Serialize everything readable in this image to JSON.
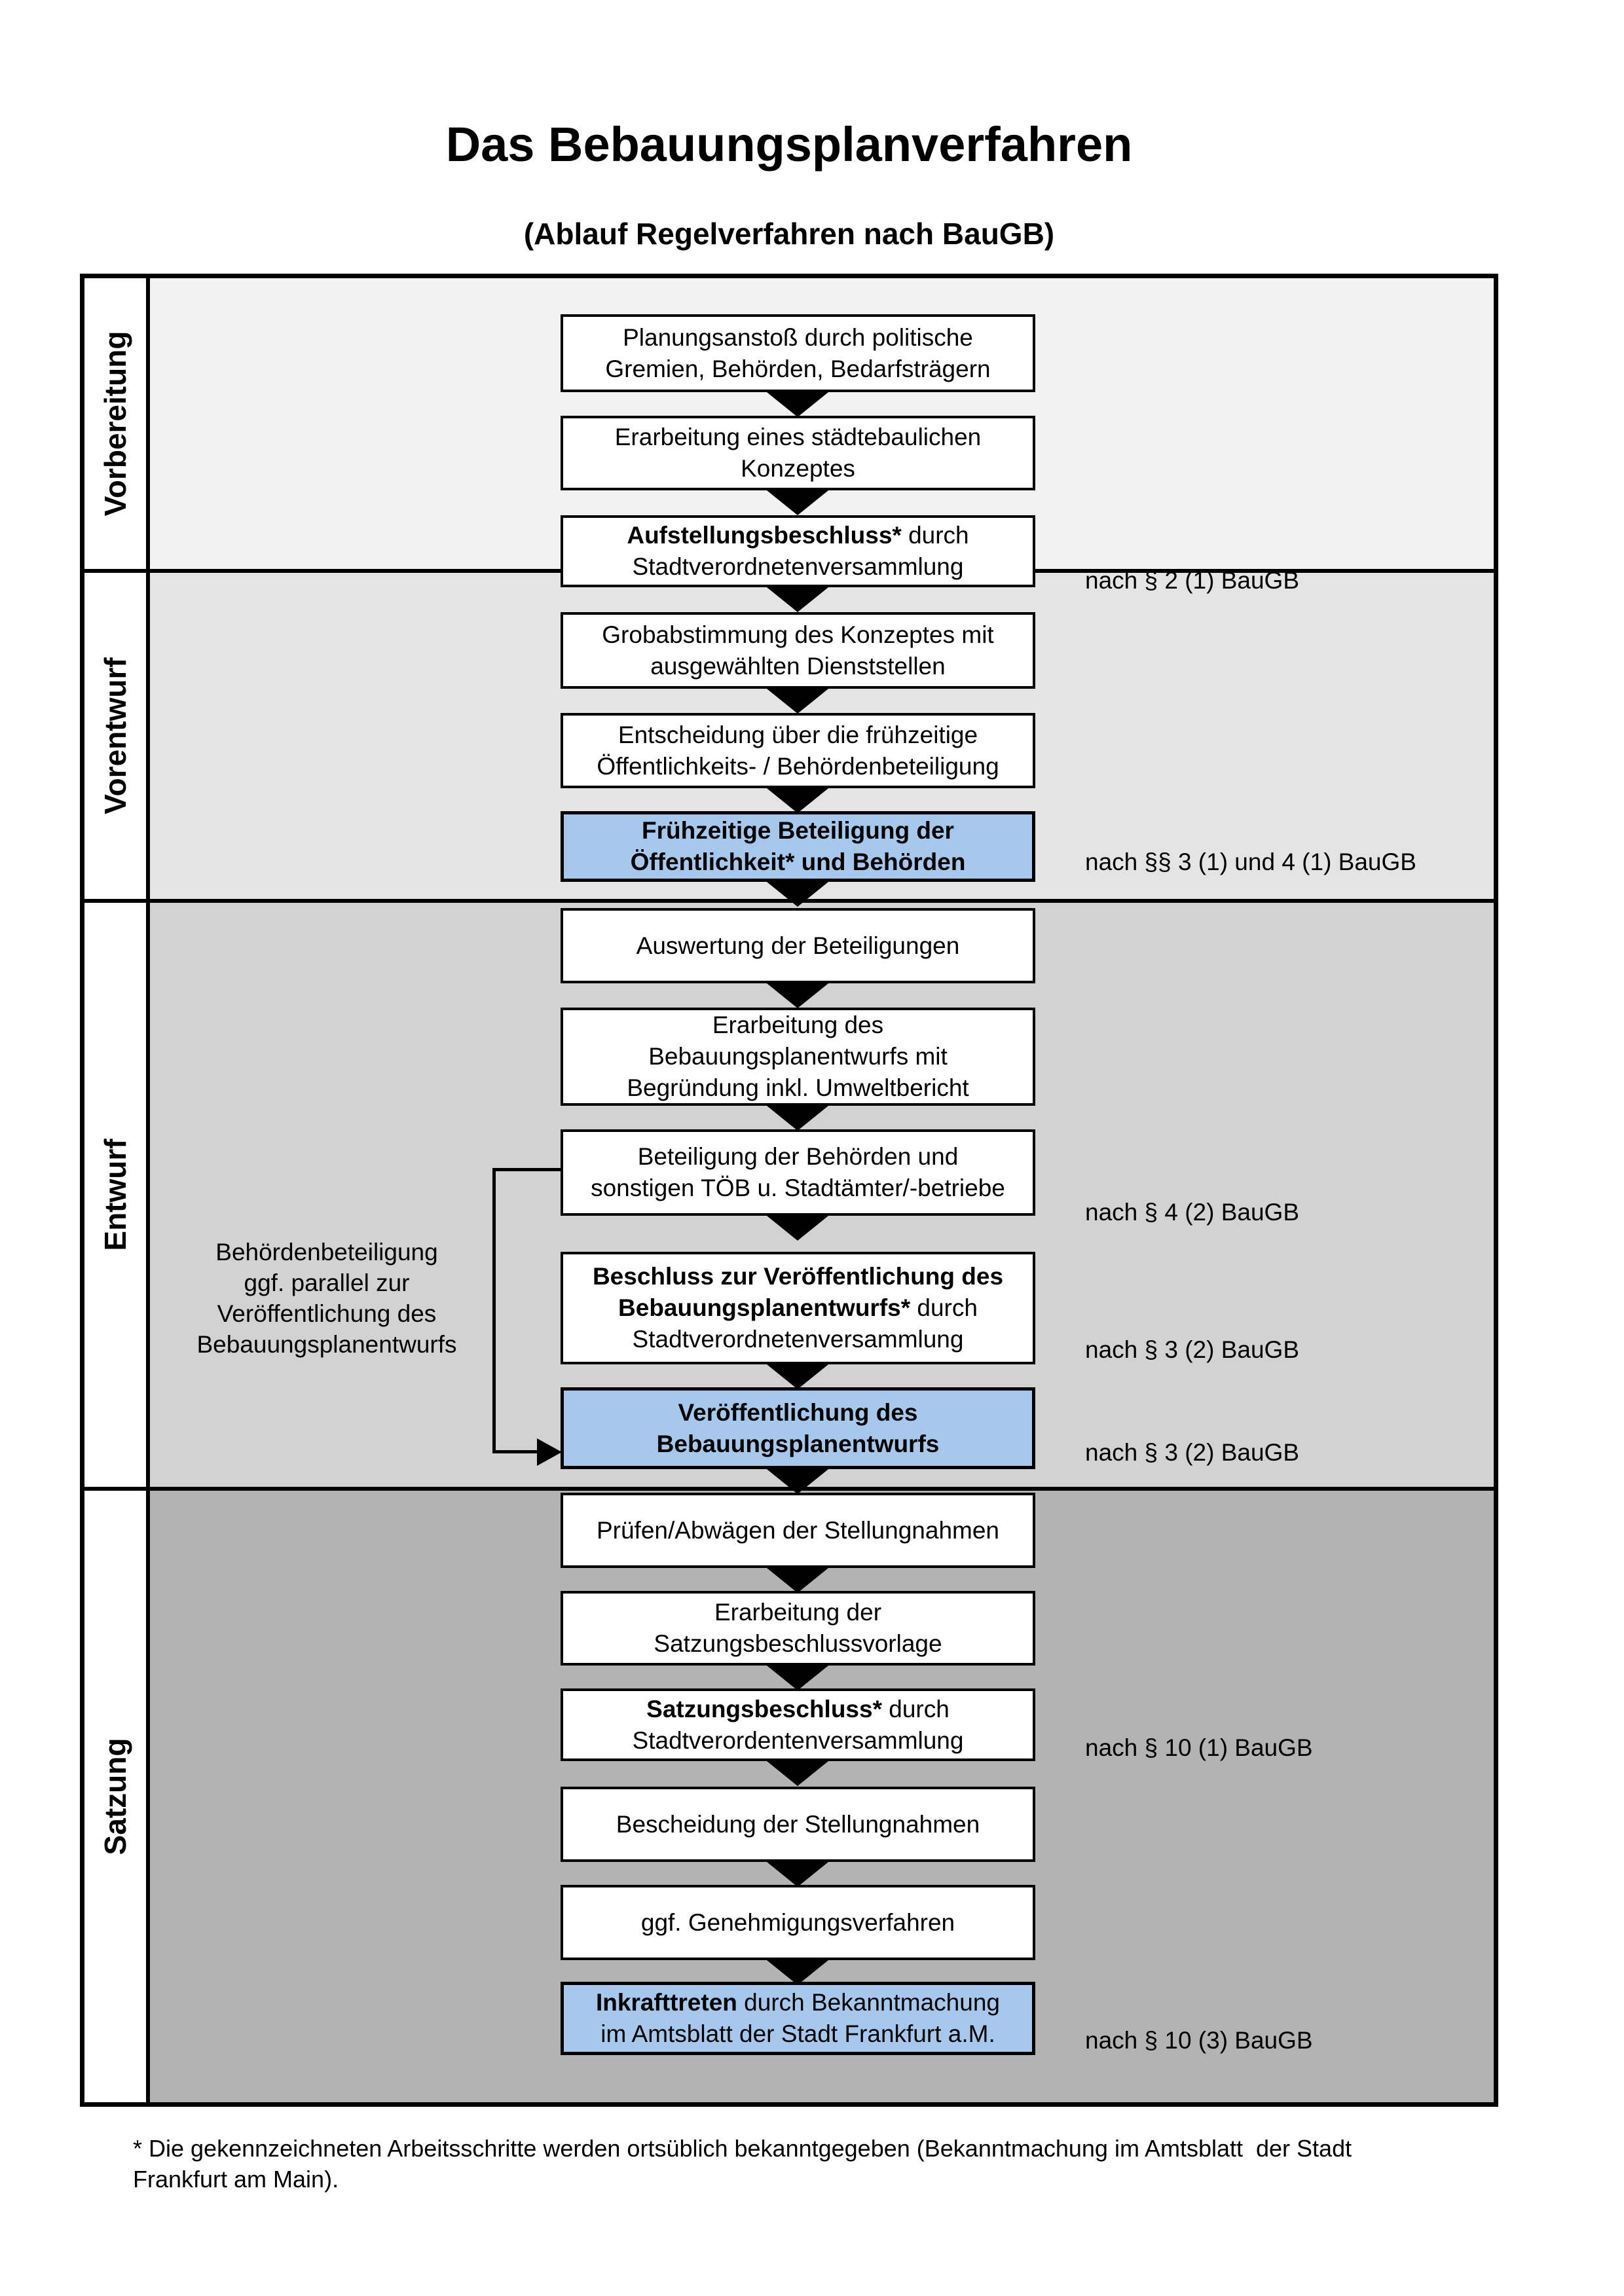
{
  "header": {
    "title": "Das Bebauungsplanverfahren",
    "subtitle": "(Ablauf Regelverfahren nach BauGB)"
  },
  "phases": [
    {
      "label": "Vorbereitung",
      "color": "#f2f2f2"
    },
    {
      "label": "Vorentwurf",
      "color": "#e4e4e4"
    },
    {
      "label": "Entwurf",
      "color": "#d2d2d2"
    },
    {
      "label": "Satzung",
      "color": "#b3b3b3"
    }
  ],
  "steps": [
    {
      "bold": "",
      "text": "Planungsanstoß durch politische\nGremien, Behörden, Bedarfsträgern",
      "highlighted": false
    },
    {
      "bold": "",
      "text": "Erarbeitung eines städtebaulichen\nKonzeptes",
      "highlighted": false
    },
    {
      "bold": "Aufstellungsbeschluss*",
      "text": " durch\nStadtverordnetenversammlung",
      "highlighted": false
    },
    {
      "bold": "",
      "text": "Grobabstimmung des Konzeptes mit\nausgewählten Dienststellen",
      "highlighted": false
    },
    {
      "bold": "",
      "text": "Entscheidung über die frühzeitige\nÖffentlichkeits- / Behördenbeteiligung",
      "highlighted": false
    },
    {
      "bold": "Frühzeitige Beteiligung der\nÖffentlichkeit* und Behörden",
      "text": "",
      "highlighted": true
    },
    {
      "bold": "",
      "text": "Auswertung der Beteiligungen",
      "highlighted": false
    },
    {
      "bold": "",
      "text": "Erarbeitung des\nBebauungsplanentwurfs mit\nBegründung inkl. Umweltbericht",
      "highlighted": false
    },
    {
      "bold": "",
      "text": "Beteiligung der Behörden und\nsonstigen TÖB u. Stadtämter/-betriebe",
      "highlighted": false
    },
    {
      "bold": "Beschluss zur Veröffentlichung des\nBebauungsplanentwurfs*",
      "text": " durch\nStadtverordnetenversammlung",
      "highlighted": false
    },
    {
      "bold": "Veröffentlichung des\nBebauungsplanentwurfs",
      "text": "",
      "highlighted": true
    },
    {
      "bold": "",
      "text": "Prüfen/Abwägen der Stellungnahmen",
      "highlighted": false
    },
    {
      "bold": "",
      "text": "Erarbeitung der\nSatzungsbeschlussvorlage",
      "highlighted": false
    },
    {
      "bold": "Satzungsbeschluss*",
      "text": " durch\nStadtverordentenversammlung",
      "highlighted": false
    },
    {
      "bold": "",
      "text": "Bescheidung der Stellungnahmen",
      "highlighted": false
    },
    {
      "bold": "",
      "text": "ggf. Genehmigungsverfahren",
      "highlighted": false
    },
    {
      "bold": "Inkrafttreten",
      "text": " durch Bekanntmachung\nim Amtsblatt der Stadt Frankfurt a.M.",
      "highlighted": true
    }
  ],
  "refs": [
    {
      "text": "nach § 2 (1) BauGB"
    },
    {
      "text": "nach §§ 3 (1) und 4 (1) BauGB"
    },
    {
      "text": "nach § 4 (2) BauGB"
    },
    {
      "text": "nach § 3 (2) BauGB"
    },
    {
      "text": "nach § 3 (2) BauGB"
    },
    {
      "text": "nach § 10 (1) BauGB"
    },
    {
      "text": "nach § 10 (3) BauGB"
    }
  ],
  "annotation": {
    "text": "Behördenbeteiligung\nggf. parallel zur\nVeröffentlichung des\nBebauungsplanentwurfs"
  },
  "footnote": "* Die gekennzeichneten Arbeitsschritte werden ortsüblich bekanntgegeben (Bekanntmachung im Amtsblatt  der Stadt\nFrankfurt am Main).",
  "colors": {
    "highlight_fill": "#a6c8ec",
    "box_fill": "#ffffff",
    "border": "#000000",
    "band_1": "#f2f2f2",
    "band_2": "#e4e4e4",
    "band_3": "#d2d2d2",
    "band_4": "#b3b3b3"
  }
}
